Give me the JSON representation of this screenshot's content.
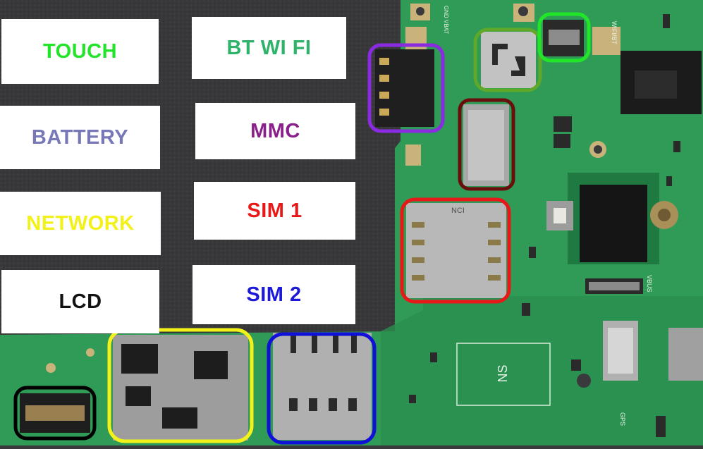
{
  "labels": {
    "touch": {
      "text": "TOUCH",
      "color": "#22e52a"
    },
    "btwifi": {
      "text": "BT WI FI",
      "color": "#2fb36a"
    },
    "battery": {
      "text": "BATTERY",
      "color": "#7878b8"
    },
    "mmc": {
      "text": "MMC",
      "color": "#8a1e8a"
    },
    "network": {
      "text": "NETWORK",
      "color": "#f2f21a"
    },
    "sim1": {
      "text": "SIM 1",
      "color": "#e81818"
    },
    "lcd": {
      "text": "LCD",
      "color": "#111111"
    },
    "sim2": {
      "text": "SIM 2",
      "color": "#1a1ad8"
    }
  },
  "board_markings": {
    "sim_slot": "NCI",
    "chip": "NS",
    "gnd_vbat": "GND VBAT",
    "wifi_bt": "WIFI/BT",
    "vbus": "VBUS",
    "gps": "GPS"
  },
  "highlight_colors": {
    "touch": "#22e52a",
    "btwifi": "#5fa82a",
    "battery": "#8a2be2",
    "mmc": "#6a0d0d",
    "sim1": "#e81818",
    "network": "#f2f21a",
    "sim2": "#1010d8",
    "lcd": "#000000"
  },
  "colors": {
    "pcb": "#2f9b56",
    "pcb_dark": "#1f7a40",
    "backdrop": "#3a3a3c"
  }
}
